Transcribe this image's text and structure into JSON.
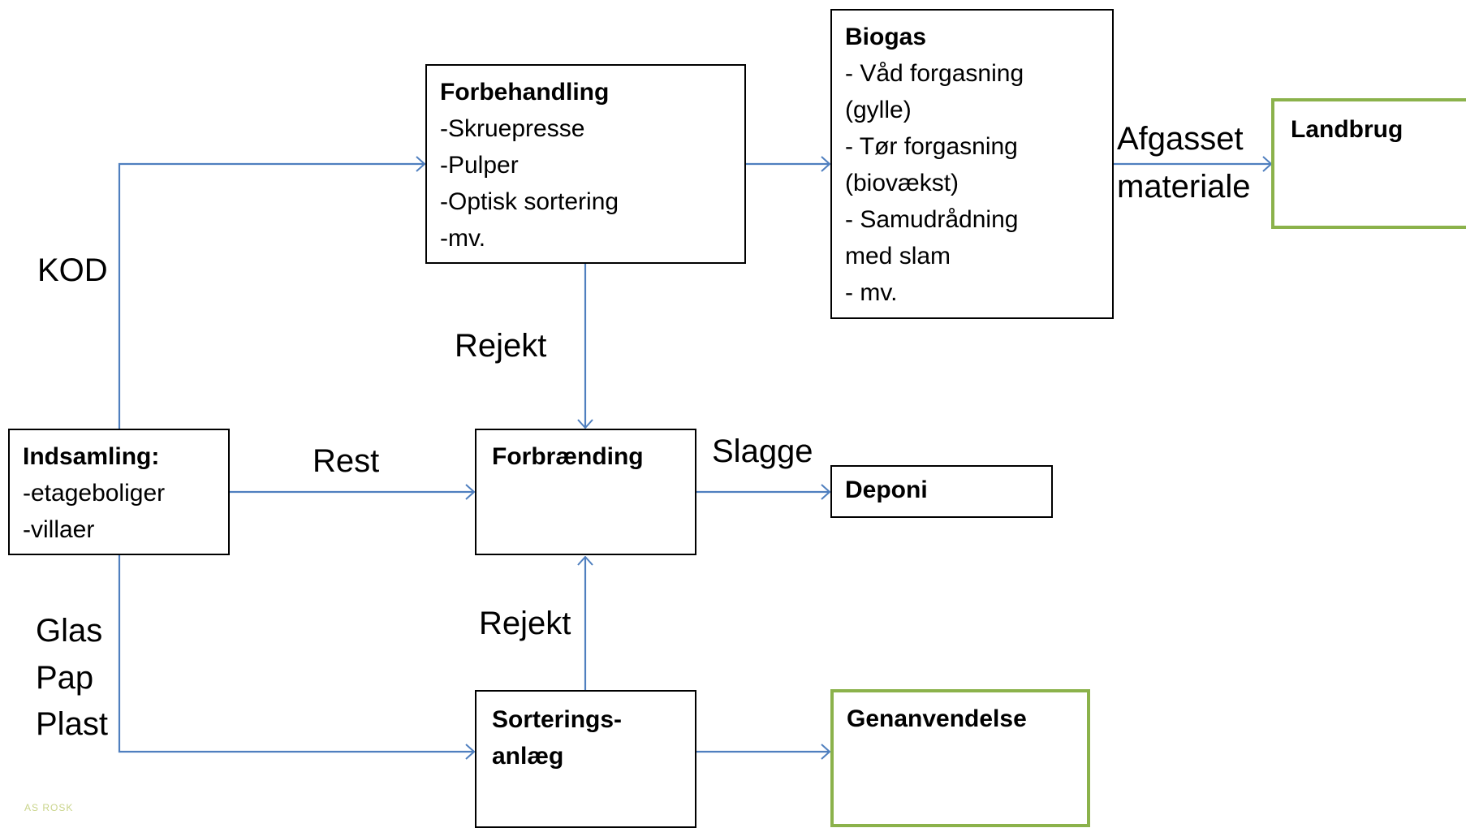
{
  "boxes": {
    "forbehandling": {
      "title": "Forbehandling",
      "lines": [
        "-Skruepresse",
        "-Pulper",
        "-Optisk sortering",
        "-mv."
      ]
    },
    "biogas": {
      "title": "Biogas",
      "lines": [
        "- Våd forgasning",
        "(gylle)",
        "- Tør forgasning",
        "(biovækst)",
        "- Samudrådning",
        "med slam",
        "- mv."
      ]
    },
    "landbrug": {
      "title": "Landbrug"
    },
    "indsamling": {
      "title": "Indsamling:",
      "lines": [
        "-etageboliger",
        "-villaer"
      ]
    },
    "forbraending": {
      "title": "Forbrænding"
    },
    "deponi": {
      "title": "Deponi"
    },
    "sortering": {
      "title_line1": "Sorterings-",
      "title_line2": "anlæg"
    },
    "genanvendelse": {
      "title": "Genanvendelse"
    }
  },
  "labels": {
    "kod": "KOD",
    "rejekt_top": "Rejekt",
    "rest": "Rest",
    "slagge": "Slagge",
    "afgasset": "Afgasset",
    "materiale": "materiale",
    "glas": "Glas",
    "pap": "Pap",
    "plast": "Plast",
    "rejekt_bottom": "Rejekt"
  },
  "logo": {
    "text": "AS ROSK"
  },
  "colors": {
    "arrow": "#4f7fbf",
    "green_border": "#8bb24b",
    "box_border": "#000000"
  }
}
